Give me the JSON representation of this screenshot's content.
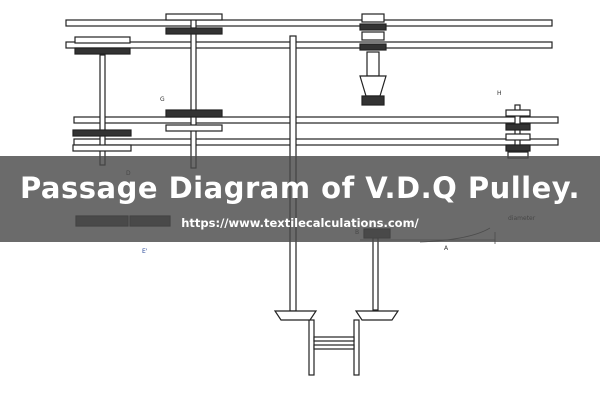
{
  "banner": {
    "title": "Passage Diagram of V.D.Q Pulley.",
    "url": "https://www.textilecalculations.com/"
  },
  "diagram": {
    "labels": {
      "g": "G",
      "h": "H",
      "d": "D",
      "e": "E'",
      "b": "B",
      "a": "A",
      "diameter": "diameter"
    }
  },
  "colors": {
    "band": "#4b4b4b",
    "line": "#222222",
    "text": "#ffffff"
  }
}
